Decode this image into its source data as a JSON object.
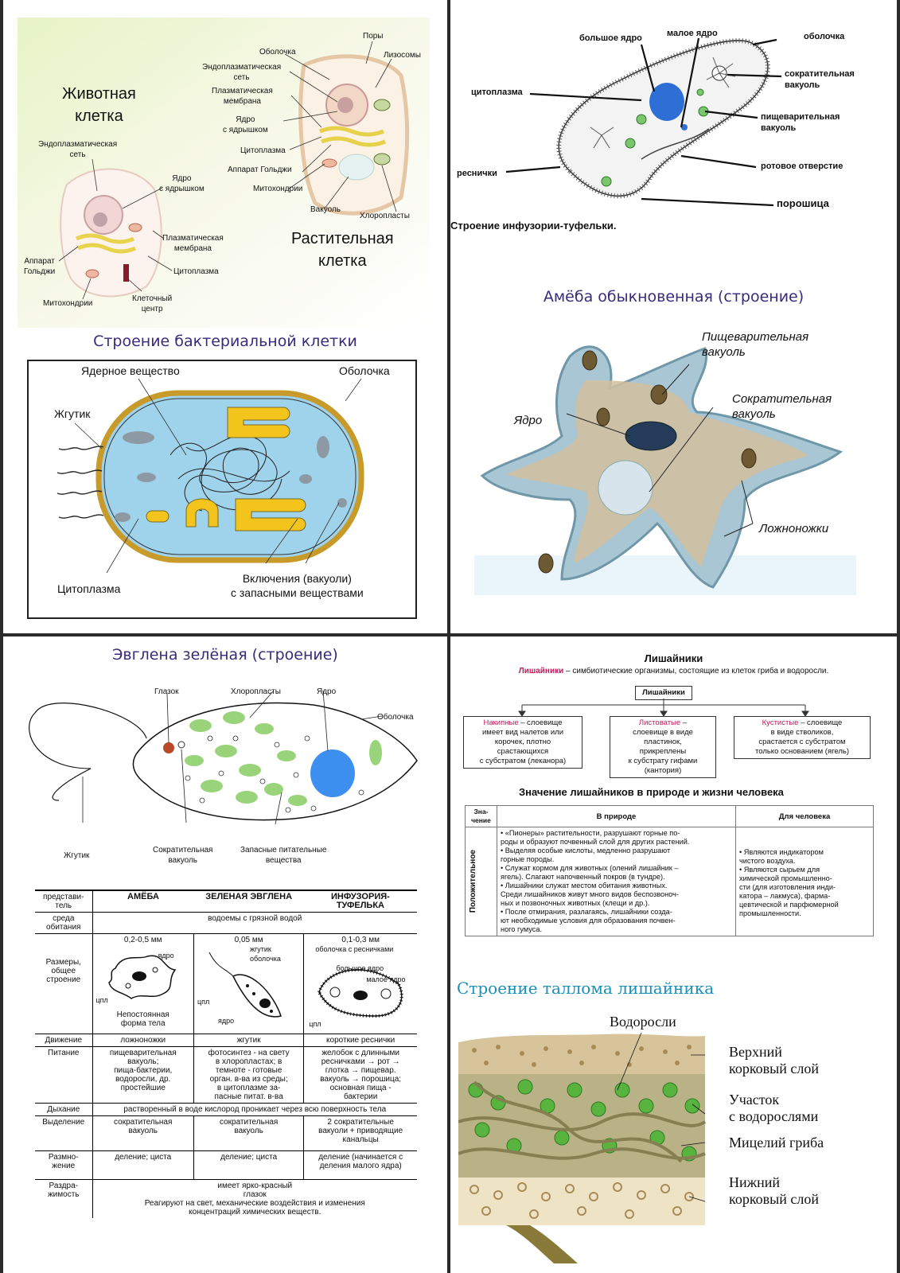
{
  "cells": {
    "animal_title": "Животная\nклетка",
    "plant_title": "Растительная\nклетка",
    "animal_labels": [
      "Эндоплазматическая\nсеть",
      "Ядро\nс ядрышком",
      "Плазматическая\nмембрана",
      "Аппарат\nГольджи",
      "Цитоплазма",
      "Митохондрии",
      "Клеточный\nцентр"
    ],
    "plant_labels": [
      "Поры",
      "Оболочка",
      "Лизосомы",
      "Эндоплазматическая\nсеть",
      "Плазматическая\nмембрана",
      "Ядро\nс ядрышком",
      "Цитоплазма",
      "Аппарат Гольджи",
      "Митохондрии",
      "Вакуоль",
      "Хлоропласты"
    ]
  },
  "bacteria": {
    "title": "Строение бактериальной клетки",
    "labels": [
      "Ядерное вещество",
      "Оболочка",
      "Жгутик",
      "Цитоплазма",
      "Включения (вакуоли)\nс запасными веществами"
    ]
  },
  "infusoria": {
    "labels": [
      "большое ядро",
      "малое ядро",
      "оболочка",
      "сократительная\nвакуоль",
      "цитоплазма",
      "пищеварительная\nвакуоль",
      "реснички",
      "ротовое отверстие",
      "порошица"
    ],
    "caption": "Строение инфузории-туфельки."
  },
  "amoeba": {
    "title": "Амёба обыкновенная (строение)",
    "labels": [
      "Пищеварительная\nвакуоль",
      "Сократительная\nвакуоль",
      "Ядро",
      "Ложноножки"
    ]
  },
  "euglena": {
    "title": "Эвглена зелёная (строение)",
    "labels": [
      "Глазок",
      "Хлоропласты",
      "Ядро",
      "Оболочка",
      "Жгутик",
      "Сократительная\nвакуоль",
      "Запасные питательные\nвещества"
    ]
  },
  "proto_table": {
    "headers": [
      "представи-\nтель",
      "АМЁБА",
      "ЗЕЛЕНАЯ ЭВГЛЕНА",
      "ИНФУЗОРИЯ-\nТУФЕЛЬКА"
    ],
    "habitat": {
      "head": "среда\nобитания",
      "value": "водоемы с грязной водой"
    },
    "size": {
      "head": "Размеры,\nобщее\nстроение",
      "amoeba": "0,2-0,5 мм",
      "euglena": "0,05 мм",
      "infusoria": "0,1-0,3 мм",
      "amoeba_labels": [
        "ядро",
        "цпл"
      ],
      "amoeba_note": "Непостоянная\nформа тела",
      "euglena_labels": [
        "жгутик",
        "оболочка",
        "цпл",
        "ядро"
      ],
      "infusoria_labels": [
        "оболочка с ресничками",
        "большое ядро",
        "малое ядро",
        "цпл"
      ]
    },
    "rows": [
      {
        "head": "Движение",
        "cells": [
          "ложноножки",
          "жгутик",
          "короткие реснички"
        ]
      },
      {
        "head": "Питание",
        "cells": [
          "пищеварительная\nвакуоль;\nпища-бактерии,\nводоросли, др.\nпростейшие",
          "фотосинтез - на свету\nв хлоропластах; в\nтемноте - готовые\nорган. в-ва из среды;\nв цитоплазме за-\nпасные питат. в-ва",
          "желобок с длинными\nресничками → рот →\nглотка → пищевар.\nвакуоль → порошица;\nосновная пища -\nбактерии"
        ]
      }
    ],
    "breath": {
      "head": "Дыхание",
      "value": "растворенный в воде кислород проникает через всю поверхность тела"
    },
    "rows2": [
      {
        "head": "Выделение",
        "cells": [
          "сократительная\nвакуоль",
          "сократительная\nвакуоль",
          "2 сократительные\nвакуоли + приводящие\nканальцы"
        ]
      },
      {
        "head": "Размно-\nжение",
        "cells": [
          "деление; циста",
          "деление; циста",
          "деление (начинается с\nделения малого ядра)"
        ]
      }
    ],
    "irrit": {
      "head": "Раздра-\nжимость",
      "euglena": "имеет ярко-красный\nглазок",
      "value": "Реагируют на свет, механические воздействия и изменения\nконцентраций химических веществ."
    }
  },
  "lichen": {
    "title": "Лишайники",
    "def_term": "Лишайники",
    "def_rest": " – симбиотические организмы, состоящие из клеток гриба и водоросли.",
    "root": "Лишайники",
    "types": [
      {
        "term": "Накипные",
        "rest": " – слоевище\nимеет вид налетов или\nкорочек, плотно\nсрастающихся\nс субстратом (леканора)"
      },
      {
        "term": "Листоватые",
        "rest": " –\nслоевище в виде\nпластинок,\nприкреплены\nк субстрату гифами\n(кантория)"
      },
      {
        "term": "Кустистые",
        "rest": " – слоевище\nв виде стволиков,\nсрастается с субстратом\nтолько основанием (ягель)"
      }
    ],
    "table_title": "Значение лишайников в природе и жизни человека",
    "table_headers": [
      "Зна-\nчение",
      "В природе",
      "Для человека"
    ],
    "row_label": "Положительное",
    "nature": "•  «Пионеры» растительности, разрушают горные по-\nроды и образуют почвенный слой для других растений.\n•  Выделяя особые кислоты, медленно разрушают\nгорные породы.\n•  Служат кормом для животных (олений лишайник –\nягель). Слагают напочвенный покров (в тундре).\n•  Лишайники служат местом обитания животных.\nСреди лишайников живут много видов беспозвоноч-\nных и позвоночных животных (клещи и др.).\n•  После отмирания, разлагаясь, лишайники созда-\nют необходимые условия для образования почвен-\nного гумуса.",
    "human": "•  Являются   индикатором\nчистого воздуха.\n•  Являются   сырьем   для\nхимической  промышленно-\nсти (для изготовления инди-\nкатора – лакмуса), фарма-\nцевтической и парфюмерной\nпромышленности."
  },
  "thallus": {
    "title": "Строение таллома лишайника",
    "labels": [
      "Водоросли",
      "Верхний\nкорковый слой",
      "Участок\nс водорослями",
      "Мицелий гриба",
      "Нижний\nкорковый слой"
    ]
  }
}
